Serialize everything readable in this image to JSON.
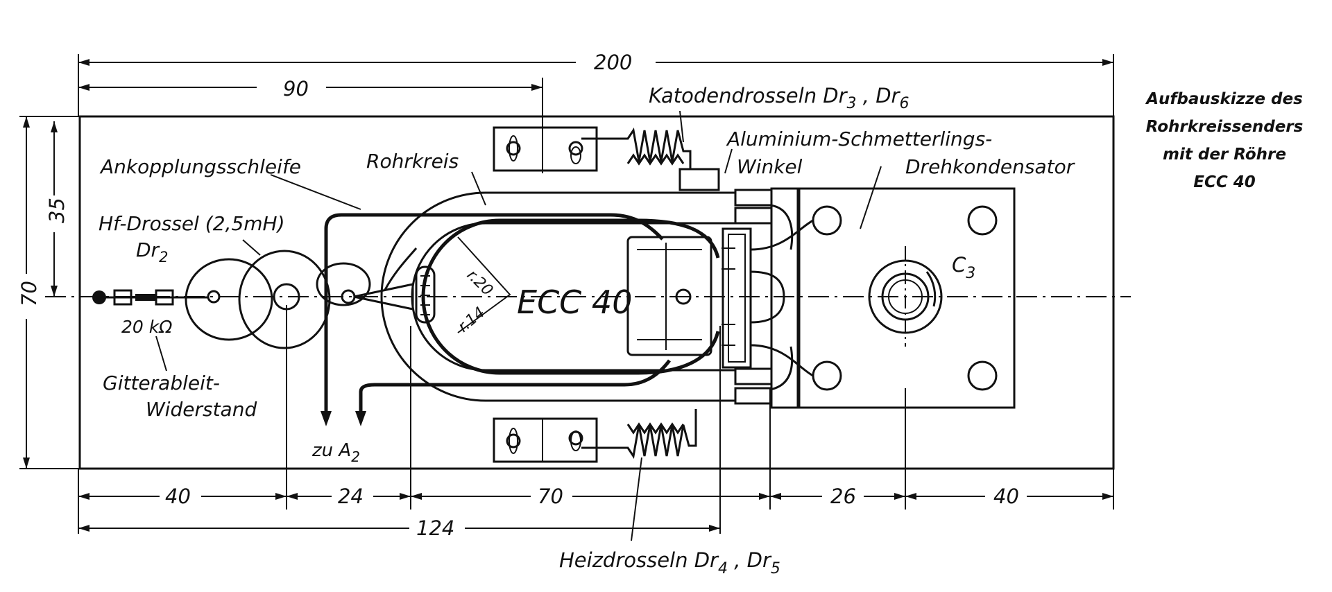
{
  "caption": {
    "line1": "Aufbauskizze des",
    "line2": "Rohrkreissenders",
    "line3": "mit der Röhre",
    "line4": "ECC 40"
  },
  "dimensions": {
    "total_width": "200",
    "to_tube_center": "90",
    "top_offset": "35",
    "total_height": "70",
    "seg1": "40",
    "seg2": "24",
    "seg3": "70",
    "seg4": "26",
    "seg5": "40",
    "to_rohrkreis_end": "124",
    "r20": "r.20",
    "r14": "r.14"
  },
  "labels": {
    "katodendrosseln": "Katodendrosseln Dr",
    "katodendrosseln_sub1": "3",
    "katodendrosseln_sep": " , Dr",
    "katodendrosseln_sub2": "6",
    "aluminium": "Aluminium-Schmetterlings-",
    "winkel": "Winkel",
    "drehkondensator": "Drehkondensator",
    "rohrkreis": "Rohrkreis",
    "ankopplungsschleife": "Ankopplungsschleife",
    "hf_drossel": "Hf-Drossel (2,5mH)",
    "dr2": "Dr",
    "dr2_sub": "2",
    "resistor_value": "20 kΩ",
    "gitterableit": "Gitterableit-",
    "widerstand": "Widerstand",
    "zu_a2": "zu A",
    "zu_a2_sub": "2",
    "tube": "ECC 40",
    "c3": "C",
    "c3_sub": "3",
    "heizdrosseln": "Heizdrosseln Dr",
    "heizdrosseln_sub1": "4",
    "heizdrosseln_sep": " , Dr",
    "heizdrosseln_sub2": "5"
  }
}
